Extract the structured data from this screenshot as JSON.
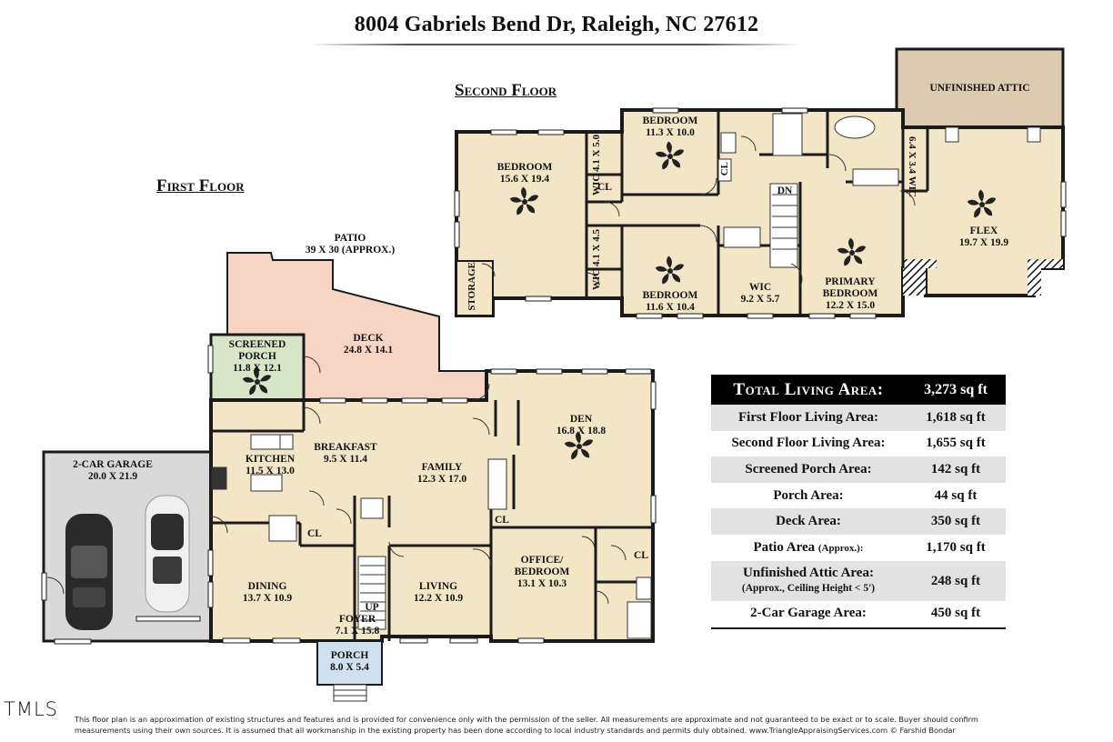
{
  "title": "8004 Gabriels Bend Dr, Raleigh, NC 27612",
  "floors": {
    "first": "First Floor",
    "second": "Second Floor"
  },
  "rooms": {
    "patio": {
      "name": "PATIO",
      "dim": "39 X 30 (APPROX.)"
    },
    "deck": {
      "name": "DECK",
      "dim": "24.8 X 14.1"
    },
    "screened_porch": {
      "name": "SCREENED PORCH",
      "dim": "11.8 X 12.1"
    },
    "garage": {
      "name": "2-CAR GARAGE",
      "dim": "20.0 X 21.9"
    },
    "kitchen": {
      "name": "KITCHEN",
      "dim": "11.5 X 13.0"
    },
    "breakfast": {
      "name": "BREAKFAST",
      "dim": "9.5 X 11.4"
    },
    "family": {
      "name": "FAMILY",
      "dim": "12.3 X 17.0"
    },
    "den": {
      "name": "DEN",
      "dim": "16.8 X 18.8"
    },
    "dining": {
      "name": "DINING",
      "dim": "13.7 X 10.9"
    },
    "living": {
      "name": "LIVING",
      "dim": "12.2 X 10.9"
    },
    "foyer": {
      "name": "FOYER",
      "dim": "7.1 X 15.8"
    },
    "office": {
      "name": "OFFICE/ BEDROOM",
      "dim": "13.1 X 10.3"
    },
    "porch": {
      "name": "PORCH",
      "dim": "8.0 X 5.4"
    },
    "cl1": "CL",
    "cl2": "CL",
    "cl3": "CL",
    "up": "UP",
    "bedroom_a": {
      "name": "BEDROOM",
      "dim": "15.6 X 19.4"
    },
    "bedroom_b": {
      "name": "BEDROOM",
      "dim": "11.3 X 10.0"
    },
    "bedroom_c": {
      "name": "BEDROOM",
      "dim": "11.6 X 10.4"
    },
    "wic_a": {
      "name": "WIC",
      "dim": "4.1 X 5.0"
    },
    "wic_b": {
      "name": "WIC",
      "dim": "4.1 X 4.5"
    },
    "wic_c": {
      "name": "WIC",
      "dim": "9.2 X 5.7"
    },
    "wic_d": {
      "name": "WIC",
      "dim": "6.4 X 3.4"
    },
    "cl_a": "CL",
    "cl_b": "CL",
    "dn": "DN",
    "storage": "STORAGE",
    "primary": {
      "name": "PRIMARY BEDROOM",
      "dim": "12.2 X 15.0"
    },
    "flex": {
      "name": "FLEX",
      "dim": "19.7 X 19.9"
    },
    "attic": "UNFINISHED ATTIC"
  },
  "areas": {
    "header": {
      "label": "Total Living Area:",
      "value": "3,273 sq ft"
    },
    "rows": [
      {
        "label": "First Floor Living Area:",
        "value": "1,618 sq ft"
      },
      {
        "label": "Second Floor Living Area:",
        "value": "1,655 sq ft"
      },
      {
        "label": "Screened Porch Area:",
        "value": "142 sq ft"
      },
      {
        "label": "Porch Area:",
        "value": "44 sq ft"
      },
      {
        "label": "Deck Area:",
        "value": "350 sq ft"
      },
      {
        "label": "Patio Area",
        "note": "(Approx.):",
        "value": "1,170 sq ft"
      },
      {
        "label": "Unfinished Attic Area:",
        "sub": "(Approx., Ceiling Height < 5')",
        "value": "248 sq ft"
      },
      {
        "label": "2-Car Garage Area:",
        "value": "450 sq ft"
      }
    ]
  },
  "disclaimer": {
    "line1": "This floor plan is an approximation of existing structures and features and is provided for convenience only with the permission of the seller.  All measurements are approximate and not guaranteed to be exact or to scale.  Buyer should confirm",
    "line2": "measurements using their own sources.  It is assumed that all workmanship in the existing property has been done according to local industry standards and permits duly obtained.      www.TriangleAppraisingServices.com    © Farshid Bondar"
  },
  "watermark": "TMLS",
  "colors": {
    "room_fill": "#f3e6c7",
    "patio_fill": "#f6d5c4",
    "screened_fill": "#d8e6c8",
    "garage_fill": "#d9d9d9",
    "porch_fill": "#cfe0f0",
    "attic_fill": "#dccbb0",
    "wall": "#1a1a1a"
  }
}
